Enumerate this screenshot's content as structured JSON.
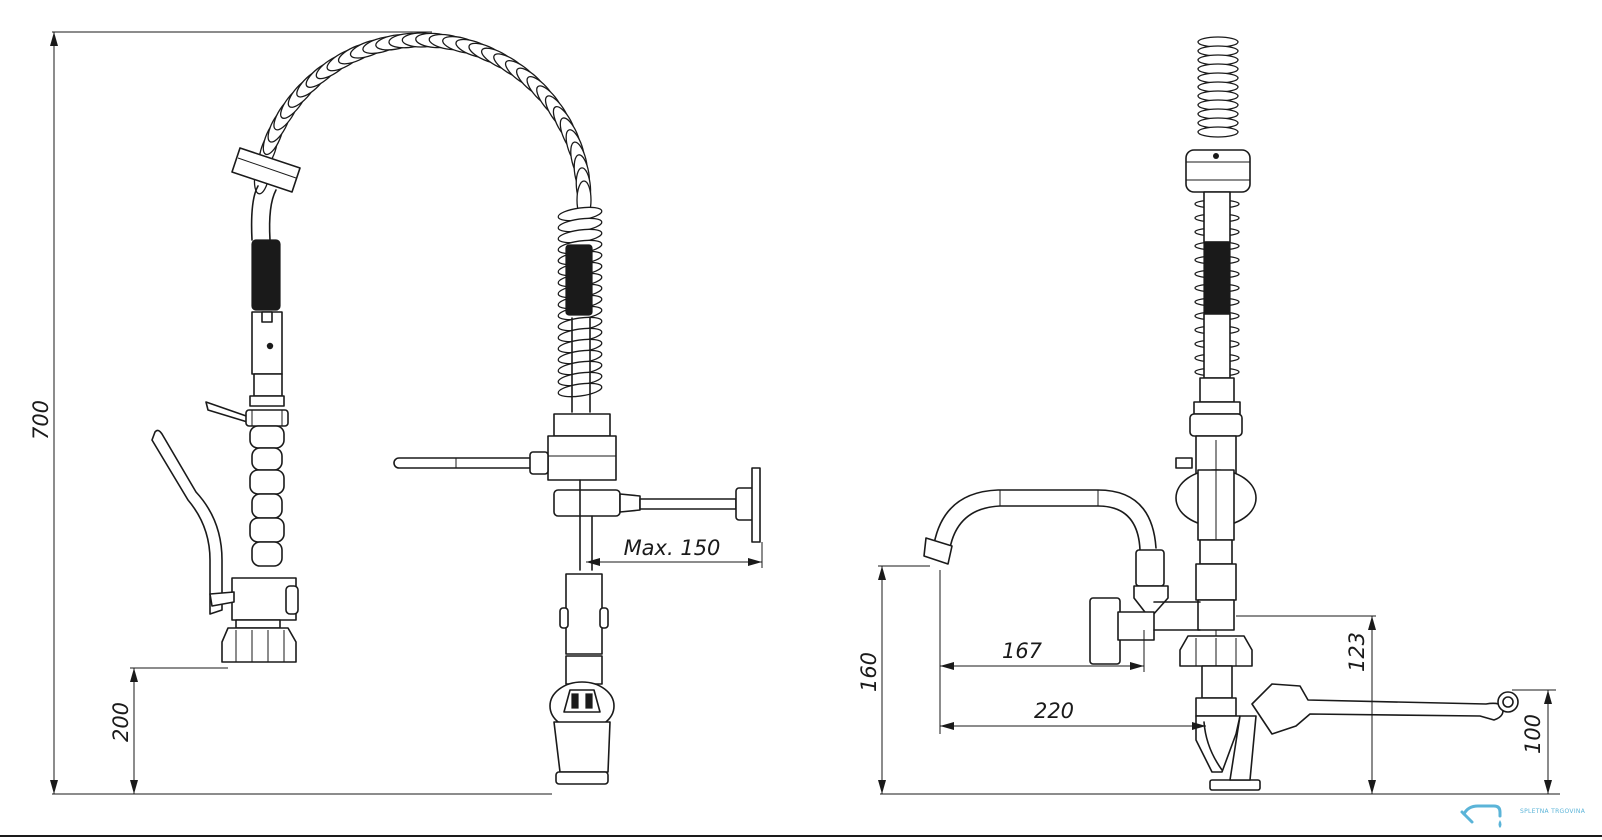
{
  "dimensions": {
    "overall_height": "700",
    "mount_height": "200",
    "max_wall_offset": "Max. 150",
    "spout_height": "160",
    "spout_reach_short": "167",
    "spout_reach_long": "220",
    "inlet_height": "123",
    "lever_height": "100"
  },
  "logo": {
    "text": "SPLETNA TRGOVINA",
    "color": "#5bb4d8"
  },
  "colors": {
    "line": "#1a1a1a",
    "background": "#ffffff"
  }
}
